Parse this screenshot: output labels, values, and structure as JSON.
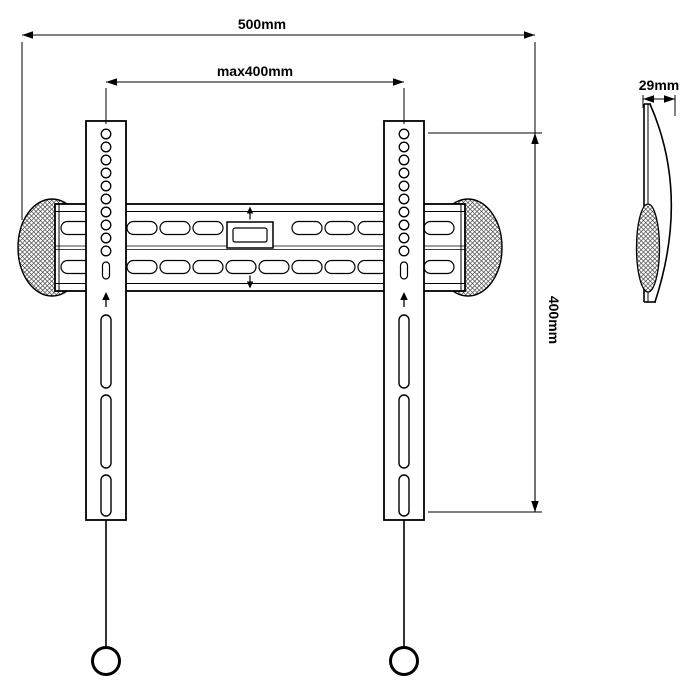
{
  "drawing": {
    "type": "tv-wall-mount-technical-drawing",
    "labels": {
      "overall_width": "500mm",
      "max_hole_pattern_width": "max400mm",
      "depth": "29mm",
      "rail_height": "400mm"
    },
    "colors": {
      "line": "#000000",
      "background": "#ffffff",
      "mesh": "#4a4a4a"
    }
  }
}
